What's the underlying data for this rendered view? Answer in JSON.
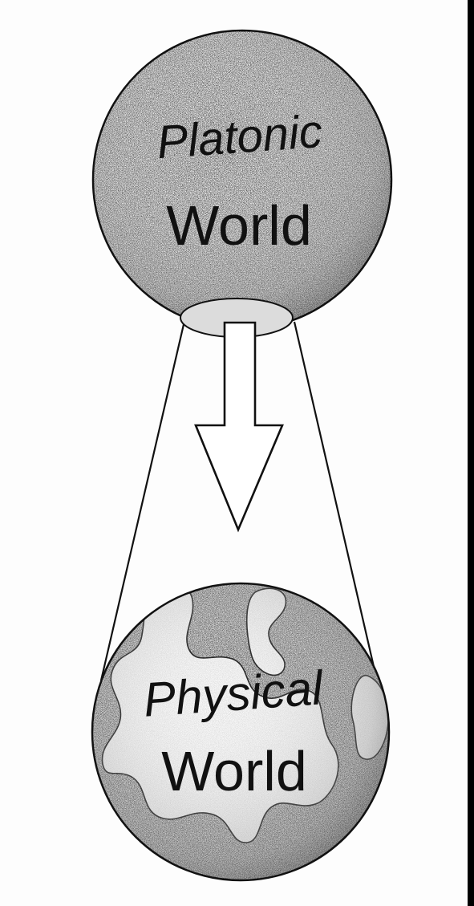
{
  "upper_sphere": {
    "line1": "Platonic",
    "line2": "World"
  },
  "lower_sphere": {
    "line1": "Physical",
    "line2": "World"
  },
  "colors": {
    "ink": "#111111",
    "paper": "#fdfdfd",
    "right_border": "#000000"
  }
}
